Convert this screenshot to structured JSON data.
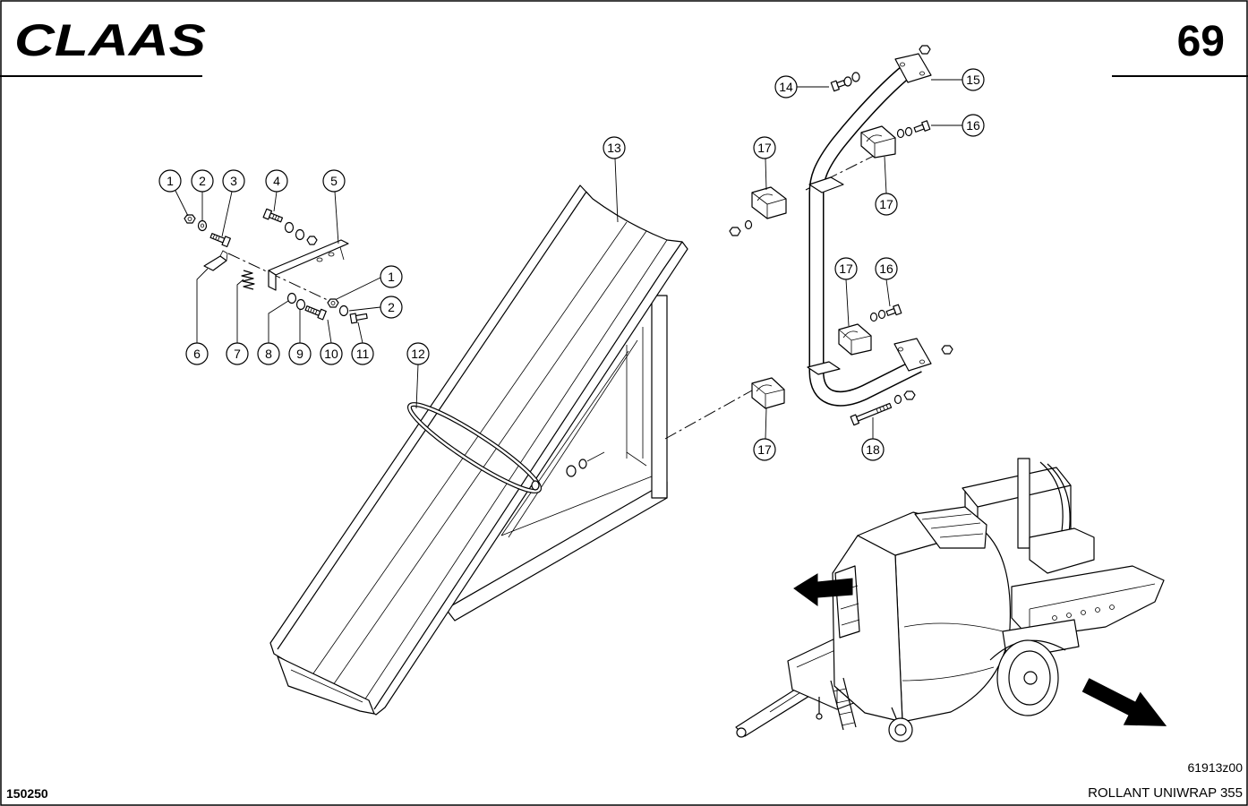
{
  "header": {
    "logo": "CLAAS",
    "page_number": "69"
  },
  "callouts": [
    {
      "label": "1"
    },
    {
      "label": "2"
    },
    {
      "label": "3"
    },
    {
      "label": "4"
    },
    {
      "label": "5"
    },
    {
      "label": "1"
    },
    {
      "label": "2"
    },
    {
      "label": "6"
    },
    {
      "label": "7"
    },
    {
      "label": "8"
    },
    {
      "label": "9"
    },
    {
      "label": "10"
    },
    {
      "label": "11"
    },
    {
      "label": "12"
    },
    {
      "label": "13"
    },
    {
      "label": "14"
    },
    {
      "label": "15"
    },
    {
      "label": "16"
    },
    {
      "label": "17"
    },
    {
      "label": "17"
    },
    {
      "label": "17"
    },
    {
      "label": "16"
    },
    {
      "label": "17"
    },
    {
      "label": "18"
    }
  ],
  "footer": {
    "left_code": "150250",
    "drawing_id": "61913z00",
    "model": "ROLLANT UNIWRAP 355"
  }
}
